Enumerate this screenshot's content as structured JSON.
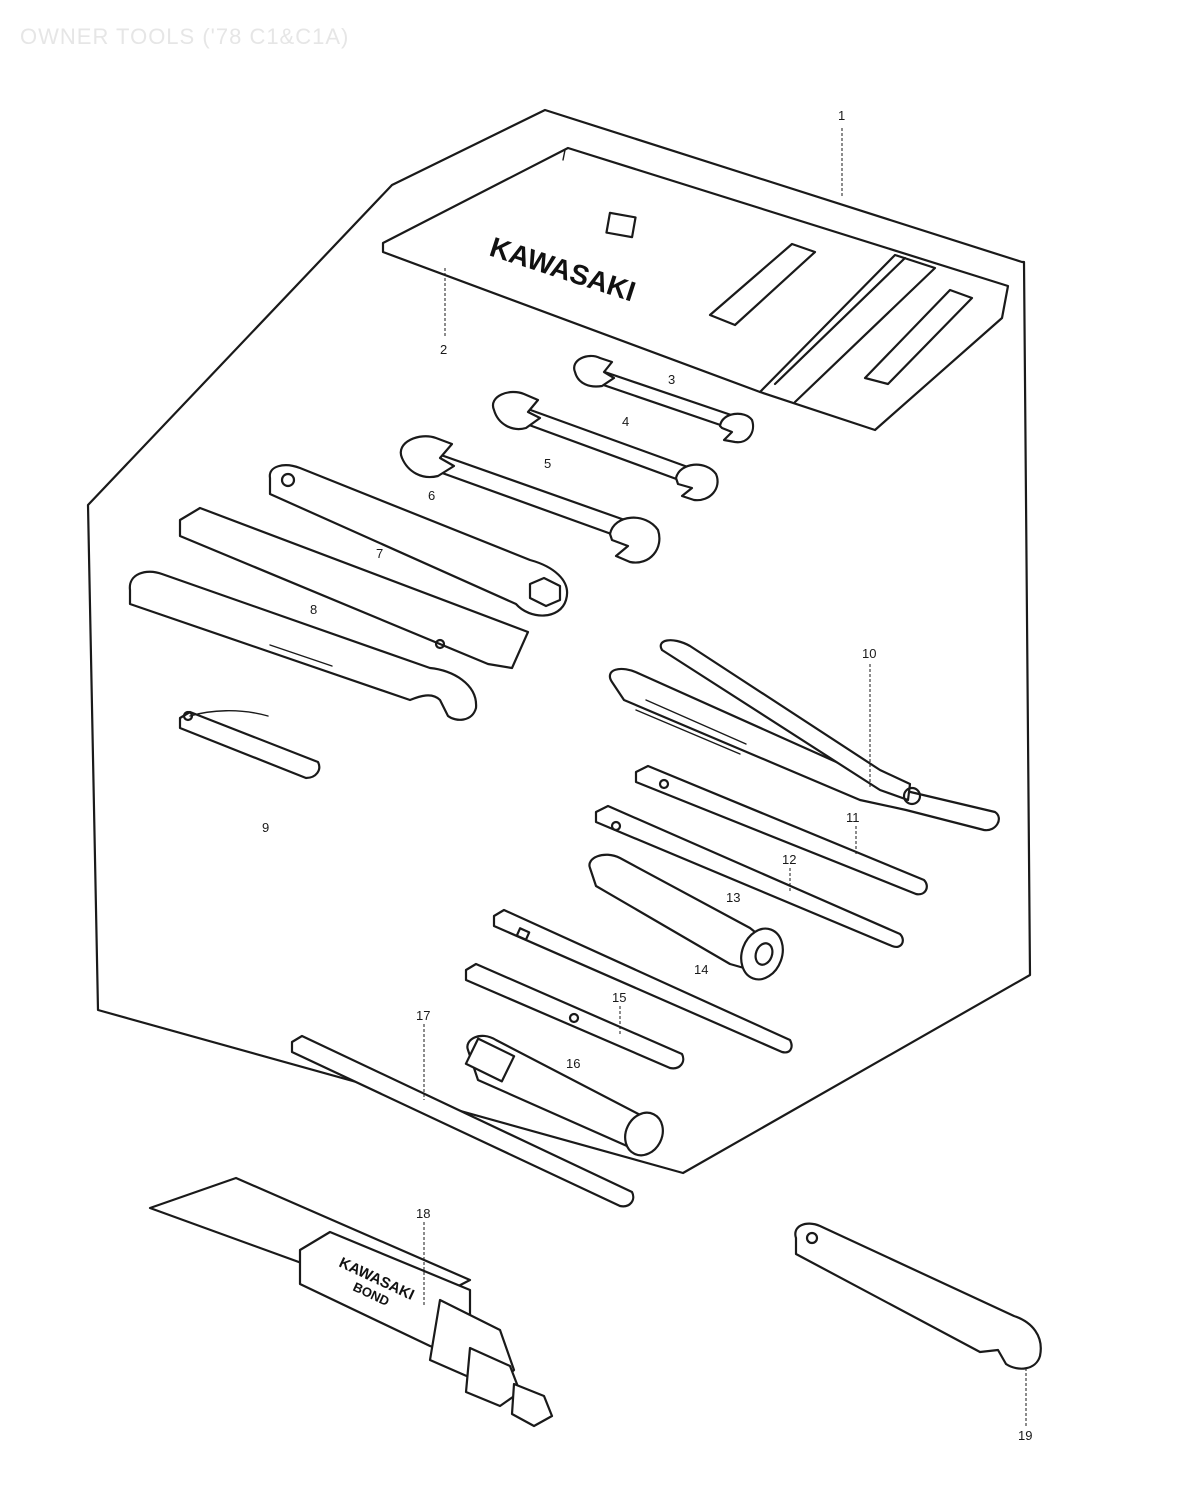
{
  "page": {
    "title": "OWNER TOOLS ('78 C1&C1A)"
  },
  "diagram": {
    "pouch_brand": "KAWASAKI",
    "tube_brand_line1": "KAWASAKI",
    "tube_brand_line2": "BOND",
    "callouts": [
      "1",
      "2",
      "3",
      "4",
      "5",
      "6",
      "7",
      "8",
      "9",
      "10",
      "11",
      "12",
      "13",
      "14",
      "15",
      "16",
      "17",
      "18",
      "19"
    ]
  }
}
